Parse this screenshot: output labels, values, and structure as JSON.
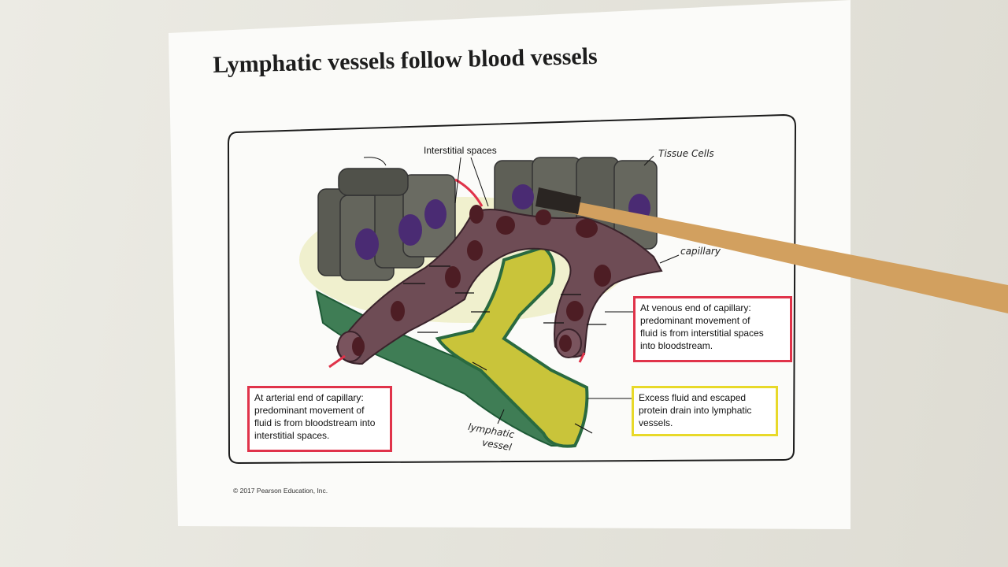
{
  "title": "Lymphatic vessels follow blood vessels",
  "labels": {
    "interstitial_spaces": "Interstitial spaces",
    "tissue_cells": "Tissue Cells",
    "capillary": "capillary",
    "lymphatic_vessel_line1": "lymphatic",
    "lymphatic_vessel_line2": "vessel"
  },
  "callouts": {
    "venous_end": {
      "line1": "At venous end of capillary:",
      "line2": "predominant movement of",
      "line3": "fluid is from interstitial spaces",
      "line4": "into bloodstream."
    },
    "arterial_end": {
      "line1": "At arterial end of capillary:",
      "line2": "predominant movement of",
      "line3": "fluid is from bloodstream into",
      "line4": "interstitial spaces."
    },
    "excess_fluid": {
      "line1": "Excess fluid and escaped",
      "line2": "protein drain into lymphatic",
      "line3": "vessels."
    }
  },
  "copyright": "© 2017 Pearson Education, Inc.",
  "colors": {
    "arterial_box_border": "#e0334a",
    "venous_box_border": "#e0334a",
    "excess_box_border": "#e8d92a",
    "capillary_fill": "#6e4c55",
    "lymph_fill": "#c9c43a",
    "lymph_outer": "#2e6b44",
    "cell_fill": "#55574f",
    "nucleus": "#4a2b73",
    "pointer": "#d2a05f"
  }
}
